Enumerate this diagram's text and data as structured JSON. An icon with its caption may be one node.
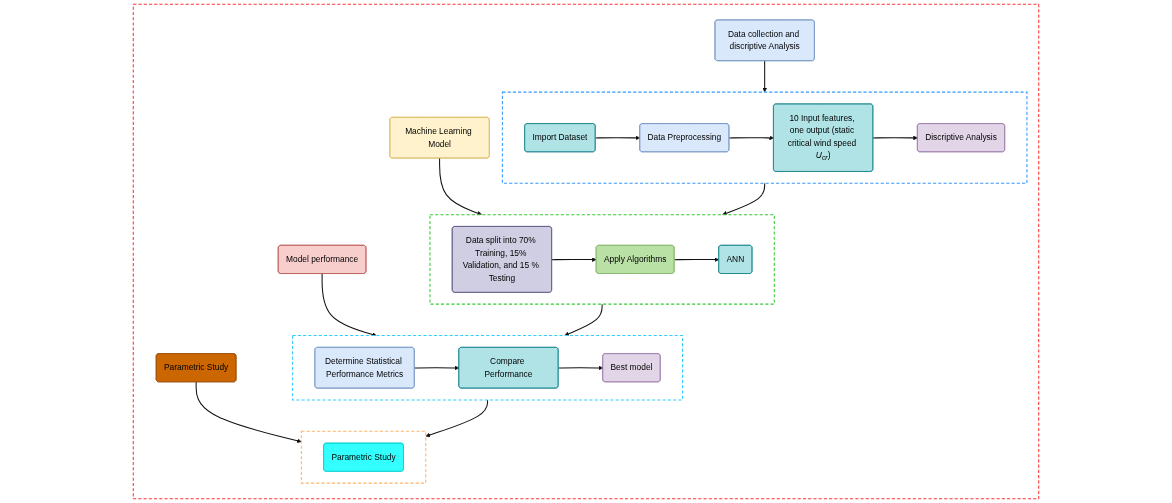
{
  "diagram": {
    "nodes": [
      {
        "text": [],
        "shape": "box"
      },
      {
        "text": [
          "Data collection and discriptive Analysis"
        ],
        "in": 0
      },
      {
        "text": [],
        "shape": "box",
        "in": 0
      },
      {
        "text": [
          "Import Dataset"
        ],
        "in": 2
      },
      {
        "text": [
          "Data Preprocessing"
        ],
        "in": 2
      },
      {
        "text": [
          "10 Input features, one output (static critical wind speed *U$_{cr}$*)"
        ],
        "in": 2
      },
      {
        "text": [
          "Discriptive Analysis"
        ],
        "in": 2
      },
      {
        "text": [
          "Machine Learning Model"
        ],
        "in": 0
      },
      {
        "text": [],
        "shape": "box",
        "in": 0
      },
      {
        "text": [
          "Data split into 70% Training, 15% Validation, and 15 % Testing"
        ],
        "in": 8
      },
      {
        "text": [
          "Apply Algorithms"
        ],
        "in": 8
      },
      {
        "text": [
          "ANN"
        ],
        "in": 8
      },
      {
        "text": [
          "Model performance"
        ],
        "in": 0
      },
      {
        "text": [],
        "shape": "box",
        "in": 0
      },
      {
        "text": [
          "Determine Statistical Performance Metrics"
        ],
        "in": 13
      },
      {
        "text": [
          "Compare Performance"
        ],
        "in": 13
      },
      {
        "text": [
          "Best model"
        ],
        "in": 13
      },
      {
        "text": [
          "Parametric Study"
        ],
        "in": 0
      },
      {
        "text": [],
        "shape": "box",
        "in": 0
      },
      {
        "text": [
          "Parametric Study"
        ],
        "in": 18
      }
    ],
    "edges": [
      {
        "from": 1,
        "to": 2,
        "arrow": "to"
      },
      {
        "from": 3,
        "to": 4,
        "arrow": "to"
      },
      {
        "from": 4,
        "to": 5,
        "arrow": "to"
      },
      {
        "from": 5,
        "to": 6,
        "arrow": "to"
      },
      {
        "from": 7,
        "to": 8,
        "arrow": "to"
      },
      {
        "from": 9,
        "to": 10,
        "arrow": "to"
      },
      {
        "from": 10,
        "to": 11,
        "arrow": "to"
      },
      {
        "from": 12,
        "to": 13,
        "arrow": "to"
      },
      {
        "from": 14,
        "to": 15,
        "arrow": "to"
      },
      {
        "from": 15,
        "to": 16,
        "arrow": "to"
      },
      {
        "from": 17,
        "to": 18,
        "arrow": "to"
      },
      {
        "from": 2,
        "to": 8,
        "arrow": "to"
      },
      {
        "from": 8,
        "to": 13,
        "arrow": "to"
      },
      {
        "from": 13,
        "to": 18,
        "arrow": "to"
      }
    ]
  }
}
